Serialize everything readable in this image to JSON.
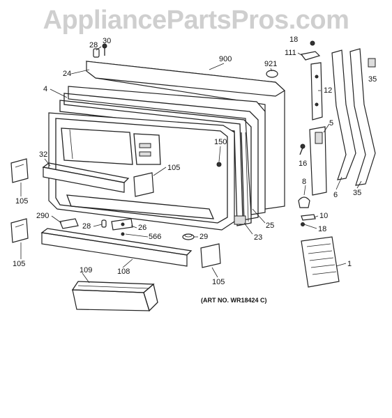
{
  "watermark": "AppliancePartsPros.com",
  "art_number": "(ART NO. WR18424 C)",
  "callouts": {
    "c28a": "28",
    "c30": "30",
    "c900": "900",
    "c921": "921",
    "c18a": "18",
    "c111": "111",
    "c35a": "35",
    "c24": "24",
    "c4": "4",
    "c12": "12",
    "c5": "5",
    "c150": "150",
    "c16": "16",
    "c32": "32",
    "c105a": "105",
    "c105b": "105",
    "c8": "8",
    "c6": "6",
    "c35b": "35",
    "c25": "25",
    "c290": "290",
    "c28b": "28",
    "c26": "26",
    "c566": "566",
    "c29": "29",
    "c23": "23",
    "c10": "10",
    "c18b": "18",
    "c105c": "105",
    "c1": "1",
    "c108": "108",
    "c105d": "105",
    "c109": "109"
  }
}
